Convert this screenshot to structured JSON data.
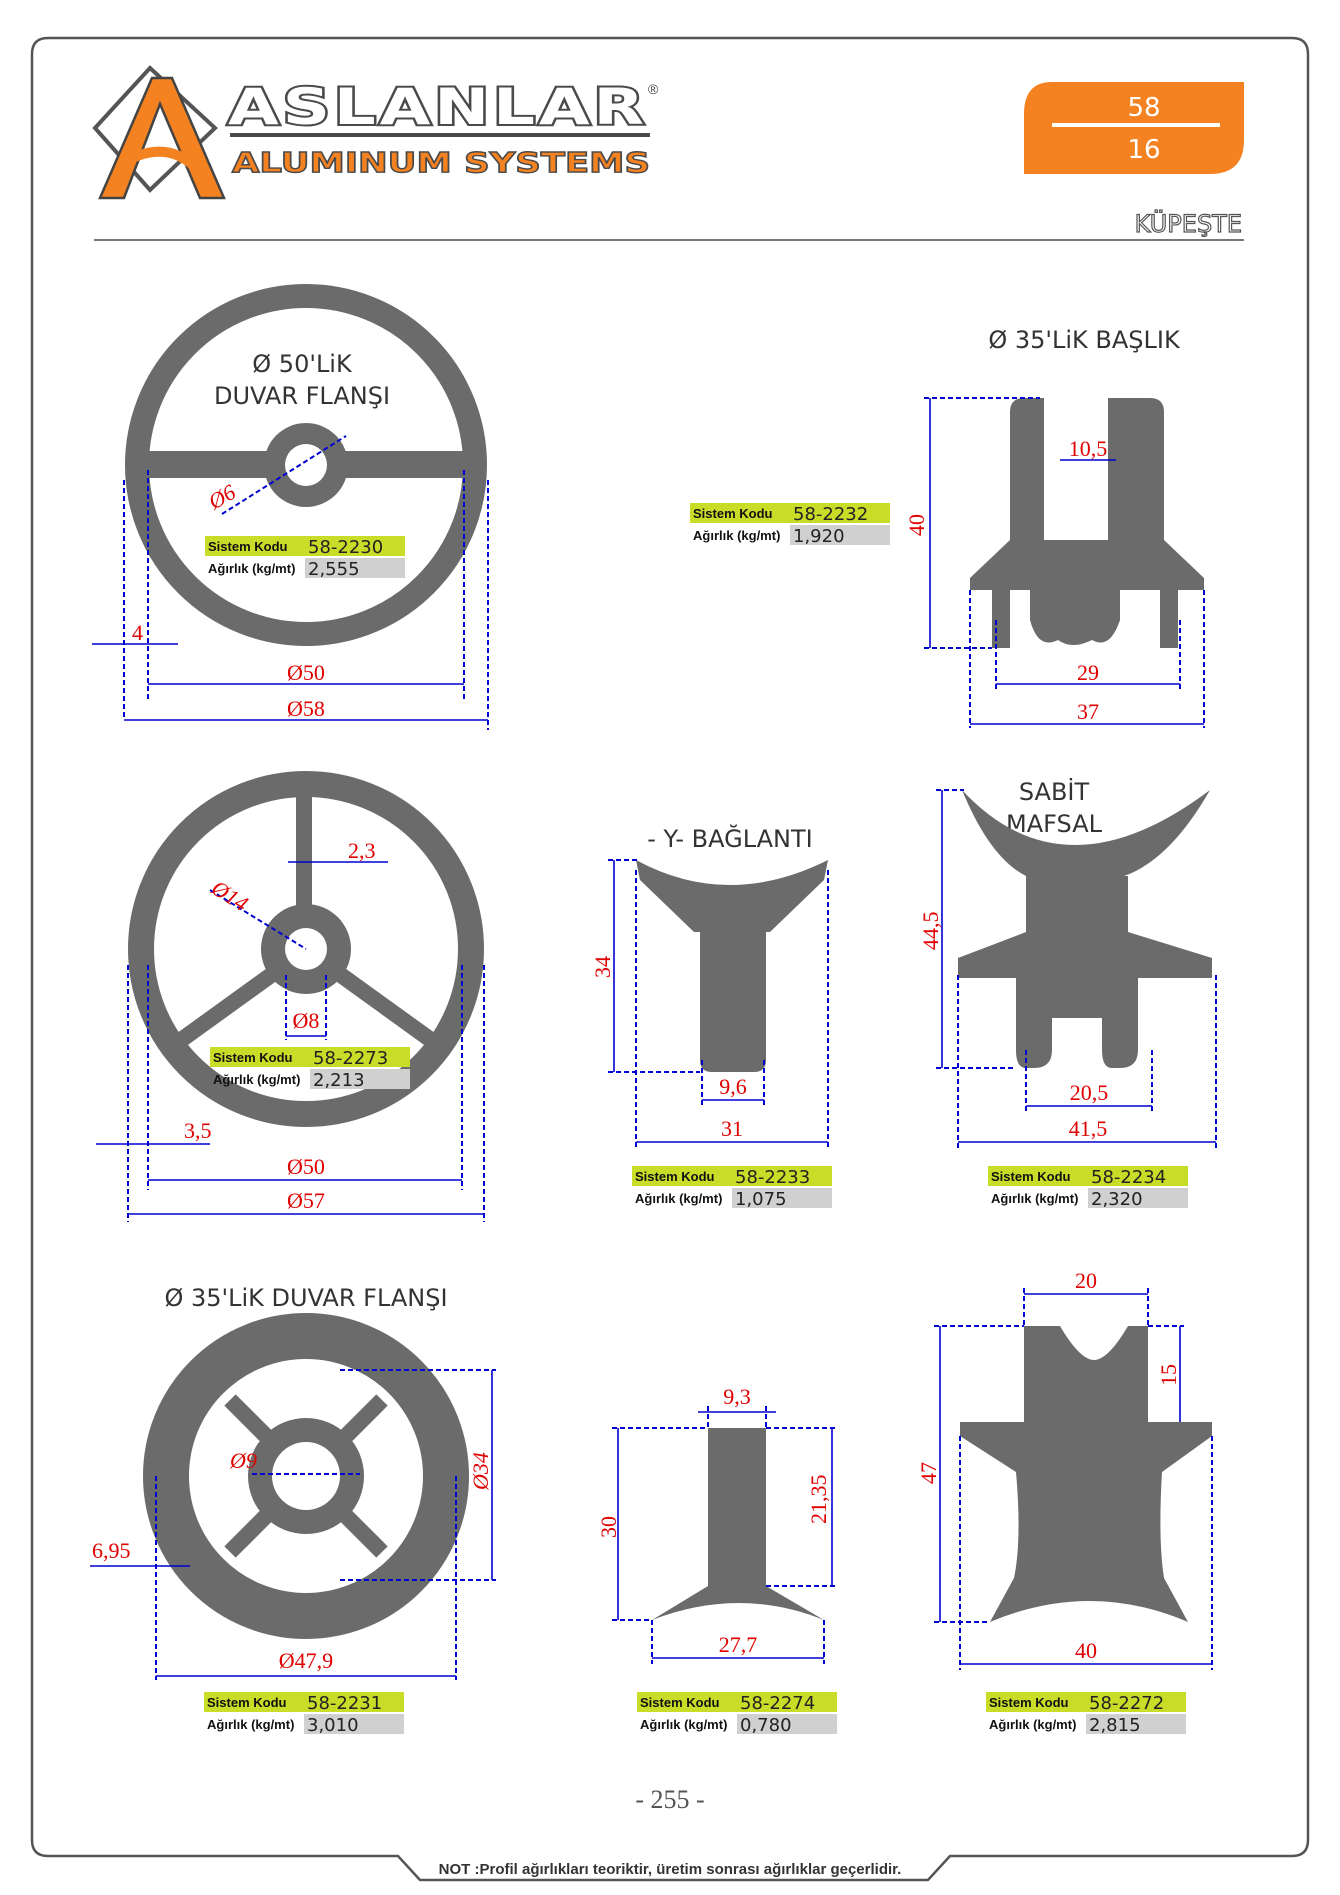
{
  "brand": {
    "name": "ASLANLAR",
    "registered": "®",
    "subtitle": "ALUMINUM SYSTEMS",
    "colors": {
      "orange": "#f58220",
      "gray": "#4a4a4a"
    }
  },
  "badge": {
    "top": "58",
    "bottom": "16",
    "color": "#f58220"
  },
  "category": "KÜPEŞTE",
  "labels": {
    "system_code": "Sistem Kodu",
    "weight": "Ağırlık (kg/mt)"
  },
  "colors": {
    "code_bg": "#c8dc28",
    "weight_bg": "#d0d0d0",
    "dimension": "#e00000",
    "dimension_line": "#0000d0",
    "profile": "#6b6b6b"
  },
  "profiles": [
    {
      "title_line1": "Ø 50'LiK",
      "title_line2": "DUVAR FLANŞI",
      "code": "58-2230",
      "weight": "2,555",
      "dims": [
        "Ø6",
        "4",
        "Ø50",
        "Ø58"
      ]
    },
    {
      "title_line1": "Ø 35'LiK BAŞLIK",
      "code": "58-2232",
      "weight": "1,920",
      "dims": [
        "10,5",
        "40",
        "29",
        "37"
      ]
    },
    {
      "title_line1": "",
      "code": "58-2273",
      "weight": "2,213",
      "dims": [
        "2,3",
        "Ø14",
        "Ø8",
        "3,5",
        "Ø50",
        "Ø57"
      ]
    },
    {
      "title_line1": "- Y- BAĞLANTI",
      "code": "58-2233",
      "weight": "1,075",
      "dims": [
        "34",
        "9,6",
        "31"
      ]
    },
    {
      "title_line1": "SABİT",
      "title_line2": "MAFSAL",
      "code": "58-2234",
      "weight": "2,320",
      "dims": [
        "44,5",
        "20,5",
        "41,5"
      ]
    },
    {
      "title_line1": "Ø 35'LiK DUVAR FLANŞI",
      "code": "58-2231",
      "weight": "3,010",
      "dims": [
        "Ø9",
        "Ø34",
        "6,95",
        "Ø47,9"
      ]
    },
    {
      "title_line1": "",
      "code": "58-2274",
      "weight": "0,780",
      "dims": [
        "9,3",
        "30",
        "21,35",
        "27,7"
      ]
    },
    {
      "title_line1": "",
      "code": "58-2272",
      "weight": "2,815",
      "dims": [
        "20",
        "15",
        "47",
        "40"
      ]
    }
  ],
  "page_number": "- 255 -",
  "note": "NOT :Profil ağırlıkları teoriktir, üretim sonrası ağırlıklar geçerlidir."
}
